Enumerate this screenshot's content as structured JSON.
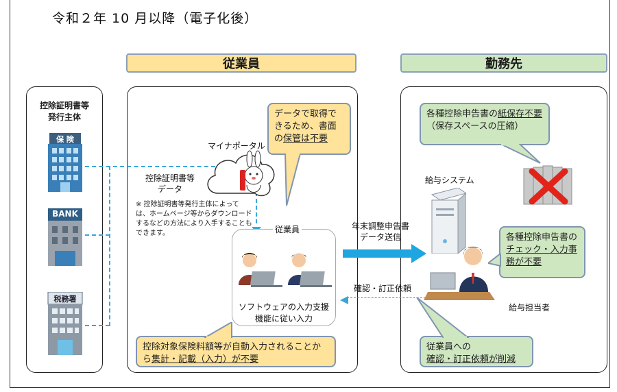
{
  "title": "令和２年 10 月以降（電子化後）",
  "headers": {
    "employee": "従業員",
    "employer": "勤務先"
  },
  "issuers": {
    "heading": "控除証明書等\n発行主体",
    "insurance_sign": "保 険",
    "bank_sign": "BANK",
    "tax_sign": "税務署"
  },
  "employee_panel": {
    "portal_label": "マイナポータル",
    "cert_data_label": "控除証明書等\nデータ",
    "note": "※ 控除証明書等発行主体によっては、ホームページ等からダウンロードするなどの方法により入手することもできます。",
    "bubble_top": {
      "pre": "データで取得できるため、書面の",
      "underlined": "保管は不要"
    },
    "employee_label": "従業員",
    "software_label": "ソフトウェアの入力支援\n機能に従い入力",
    "bubble_bottom": {
      "pre": "控除対象保険料額等が自動入力されることから",
      "underlined": "集計・記載（入力）が不要"
    }
  },
  "flows": {
    "to_employer": "年末調整申告書\nデータ送信",
    "to_employee": "確認・訂正依頼"
  },
  "employer_panel": {
    "bubble_storage": {
      "pre": "各種控除申告書の",
      "underlined": "紙保存不要",
      "post": "（保存スペースの圧縮）"
    },
    "system_label": "給与システム",
    "bubble_check": {
      "pre": "各種控除申告書の",
      "underlined": "チェック・入力事務が不要"
    },
    "staff_label": "給与担当者",
    "bubble_requests": {
      "pre": "従業員への",
      "underlined": "確認・訂正依頼が削減"
    }
  },
  "colors": {
    "yellow": "#ffe39a",
    "green": "#cfe7c1",
    "arrow": "#1fa6e0",
    "border": "#7f95b1"
  }
}
